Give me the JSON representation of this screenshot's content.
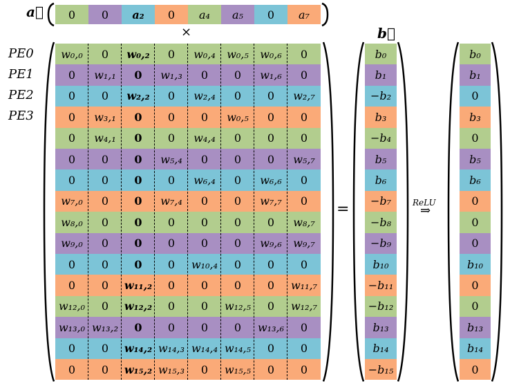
{
  "colors": {
    "green": "#B2CD8E",
    "purple": "#A88FC2",
    "blue": "#7CC4D7",
    "orange": "#FAAA78"
  },
  "vec_a": {
    "label": "a⃗",
    "cells": [
      {
        "t": "0",
        "c": "green"
      },
      {
        "t": "0",
        "c": "purple"
      },
      {
        "t": "a₂",
        "c": "blue",
        "b": true
      },
      {
        "t": "0",
        "c": "orange"
      },
      {
        "t": "a₄",
        "c": "green",
        "i": true
      },
      {
        "t": "a₅",
        "c": "purple",
        "i": true
      },
      {
        "t": "0",
        "c": "blue"
      },
      {
        "t": "a₇",
        "c": "orange",
        "i": true
      }
    ]
  },
  "times_symbol": "×",
  "pe_labels": [
    "PE0",
    "PE1",
    "PE2",
    "PE3"
  ],
  "row_colors": [
    "green",
    "purple",
    "blue",
    "orange",
    "green",
    "purple",
    "blue",
    "orange",
    "green",
    "purple",
    "blue",
    "orange",
    "green",
    "purple",
    "blue",
    "orange"
  ],
  "matrix": [
    [
      "w₀,₀",
      "0",
      "w₀,₂",
      "0",
      "w₀,₄",
      "w₀,₅",
      "w₀,₆",
      "0"
    ],
    [
      "0",
      "w₁,₁",
      "0",
      "w₁,₃",
      "0",
      "0",
      "w₁,₆",
      "0"
    ],
    [
      "0",
      "0",
      "w₂,₂",
      "0",
      "w₂,₄",
      "0",
      "0",
      "w₂,₇"
    ],
    [
      "0",
      "w₃,₁",
      "0",
      "0",
      "0",
      "w₀,₅",
      "0",
      "0"
    ],
    [
      "0",
      "w₄,₁",
      "0",
      "0",
      "w₄,₄",
      "0",
      "0",
      "0"
    ],
    [
      "0",
      "0",
      "0",
      "w₅,₄",
      "0",
      "0",
      "0",
      "w₅,₇"
    ],
    [
      "0",
      "0",
      "0",
      "0",
      "w₆,₄",
      "0",
      "w₆,₆",
      "0"
    ],
    [
      "w₇,₀",
      "0",
      "0",
      "w₇,₄",
      "0",
      "0",
      "w₇,₇",
      "0"
    ],
    [
      "w₈,₀",
      "0",
      "0",
      "0",
      "0",
      "0",
      "0",
      "w₈,₇"
    ],
    [
      "w₉,₀",
      "0",
      "0",
      "0",
      "0",
      "0",
      "w₉,₆",
      "w₉,₇"
    ],
    [
      "0",
      "0",
      "0",
      "0",
      "w₁₀,₄",
      "0",
      "0",
      "0"
    ],
    [
      "0",
      "0",
      "w₁₁,₂",
      "0",
      "0",
      "0",
      "0",
      "w₁₁,₇"
    ],
    [
      "w₁₂,₀",
      "0",
      "w₁₂,₂",
      "0",
      "0",
      "w₁₂,₅",
      "0",
      "w₁₂,₇"
    ],
    [
      "w₁₃,₀",
      "w₁₃,₂",
      "0",
      "0",
      "0",
      "0",
      "w₁₃,₆",
      "0"
    ],
    [
      "0",
      "0",
      "w₁₄,₂",
      "w₁₄,₃",
      "w₁₄,₄",
      "w₁₄,₅",
      "0",
      "0"
    ],
    [
      "0",
      "0",
      "w₁₅,₂",
      "w₁₅,₃",
      "0",
      "w₁₅,₅",
      "0",
      "0"
    ]
  ],
  "bold_column": 2,
  "equals_symbol": "=",
  "vec_b": {
    "label": "b⃗",
    "cells": [
      "b₀",
      "b₁",
      "−b₂",
      "b₃",
      "−b₄",
      "b₅",
      "b₆",
      "−b₇",
      "−b₈",
      "−b₉",
      "b₁₀",
      "−b₁₁",
      "−b₁₂",
      "b₁₃",
      "b₁₄",
      "−b₁₅"
    ]
  },
  "relu": {
    "label": "ReLU",
    "arrow": "⇒"
  },
  "vec_out": {
    "cells": [
      "b₀",
      "b₁",
      "0",
      "b₃",
      "0",
      "b₅",
      "b₆",
      "0",
      "0",
      "0",
      "b₁₀",
      "0",
      "0",
      "b₁₃",
      "b₁₄",
      "0"
    ]
  }
}
